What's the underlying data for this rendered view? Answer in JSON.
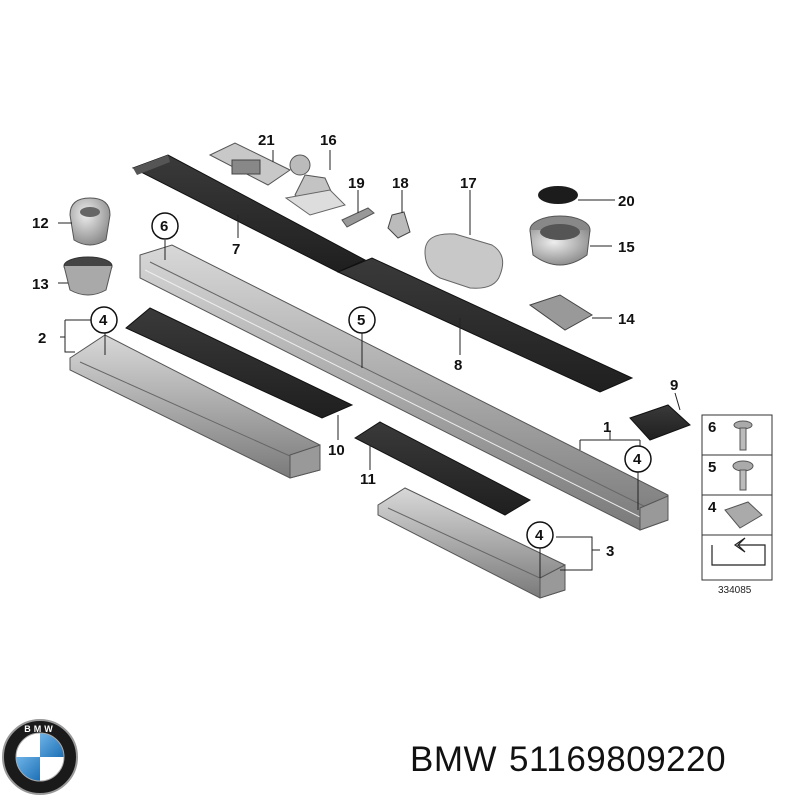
{
  "callouts": {
    "c1": "1",
    "c2": "2",
    "c3": "3",
    "c4": "4",
    "c5": "5",
    "c6": "6",
    "c7": "7",
    "c8": "8",
    "c9": "9",
    "c10": "10",
    "c11": "11",
    "c12": "12",
    "c13": "13",
    "c14": "14",
    "c15": "15",
    "c16": "16",
    "c17": "17",
    "c18": "18",
    "c19": "19",
    "c20": "20",
    "c21": "21"
  },
  "circled": {
    "a": "6",
    "b": "4",
    "c": "5",
    "d": "4",
    "e": "4"
  },
  "legend": {
    "r1": "6",
    "r2": "5",
    "r3": "4"
  },
  "diagram_ref": "334085",
  "footer": {
    "brand": "BMW",
    "part_number": "51169809220"
  },
  "logo_text": "BMW"
}
